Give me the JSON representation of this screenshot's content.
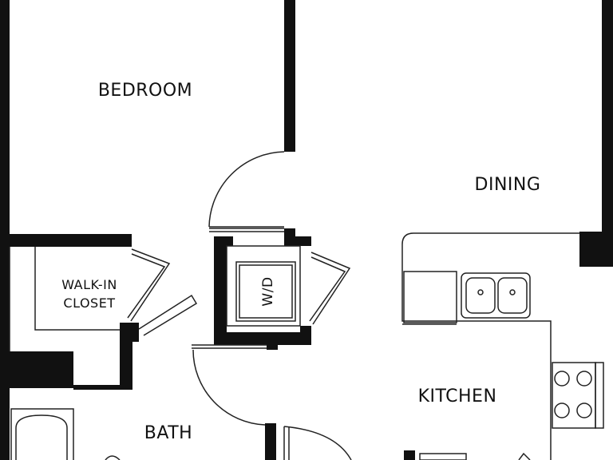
{
  "rooms": {
    "bedroom": "BEDROOM",
    "dining": "DINING",
    "walk_in_line1": "WALK-IN",
    "walk_in_line2": "CLOSET",
    "washer_dryer": "W/D",
    "kitchen": "KITCHEN",
    "bath": "BATH"
  },
  "colors": {
    "wall": "#111111",
    "line": "#222222",
    "background": "#ffffff"
  }
}
